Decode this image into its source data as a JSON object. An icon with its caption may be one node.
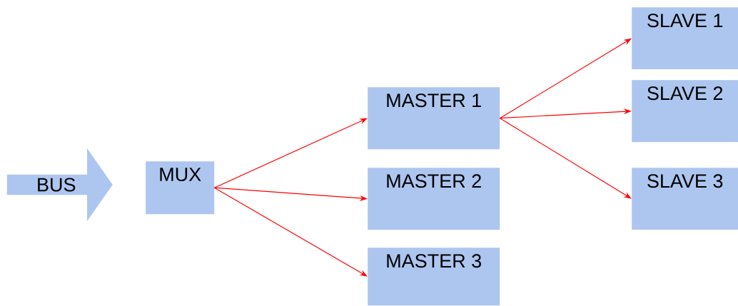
{
  "diagram": {
    "nodes": [
      {
        "text": [
          "BUS"
        ]
      },
      {
        "text": [
          "MUX"
        ]
      },
      {
        "text": [
          "MASTER 1"
        ]
      },
      {
        "text": [
          "MASTER 2"
        ]
      },
      {
        "text": [
          "MASTER 3"
        ]
      },
      {
        "text": [
          "SLAVE 1"
        ]
      },
      {
        "text": [
          "SLAVE 2"
        ]
      },
      {
        "text": [
          "SLAVE 3"
        ]
      }
    ],
    "edges": [
      {
        "from": 1,
        "to": 2,
        "arrow": "to"
      },
      {
        "from": 1,
        "to": 3,
        "arrow": "to"
      },
      {
        "from": 1,
        "to": 4,
        "arrow": "to"
      },
      {
        "from": 2,
        "to": 5,
        "arrow": "to"
      },
      {
        "from": 2,
        "to": 6,
        "arrow": "to"
      },
      {
        "from": 2,
        "to": 7,
        "arrow": "to"
      }
    ]
  }
}
